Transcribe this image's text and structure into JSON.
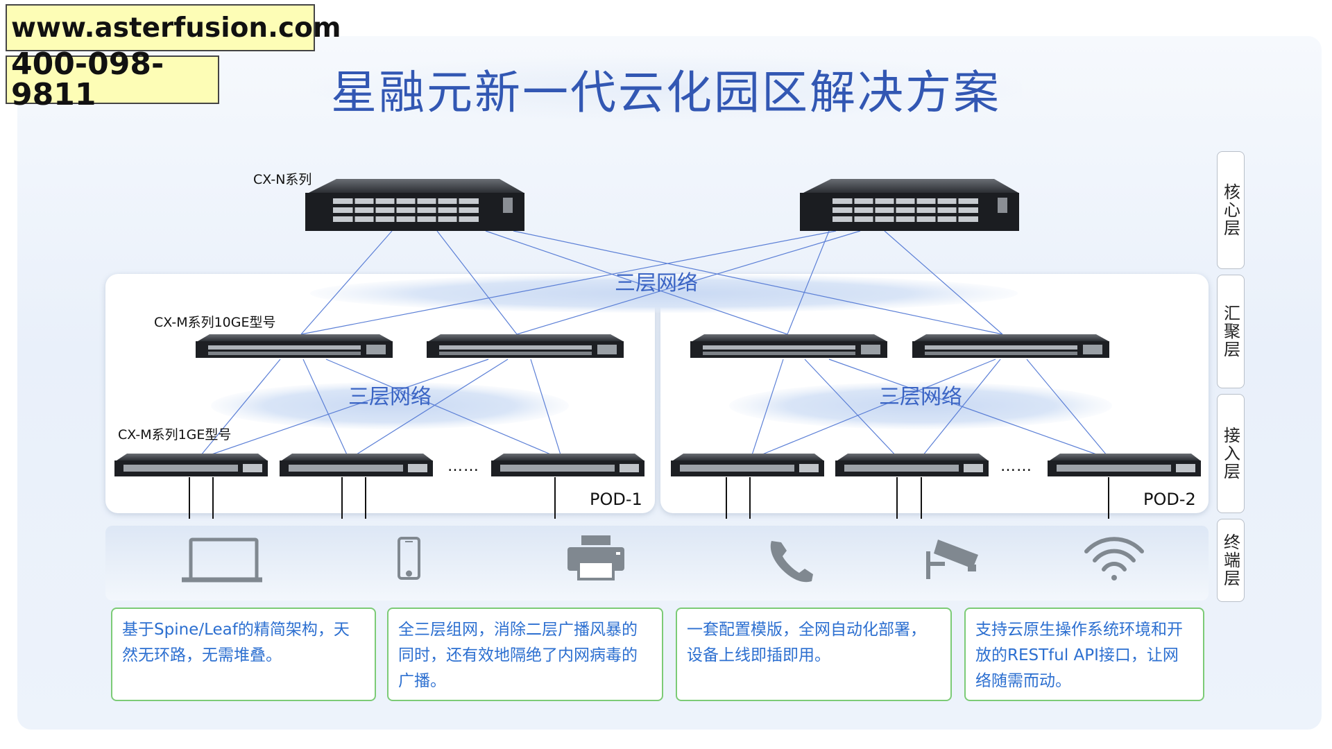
{
  "contact": {
    "website": "www.asterfusion.com",
    "phone": "400-098-9811"
  },
  "title": "星融元新一代云化园区解决方案",
  "device_labels": {
    "core": "CX-N系列",
    "aggregation": "CX-M系列10GE型号",
    "access": "CX-M系列1GE型号"
  },
  "network_labels": {
    "core": "三层网络",
    "pod1": "三层网络",
    "pod2": "三层网络"
  },
  "pods": [
    "POD-1",
    "POD-2"
  ],
  "ellipsis": "……",
  "layers": [
    "核心层",
    "汇聚层",
    "接入层",
    "终端层"
  ],
  "terminals": [
    {
      "icon": "laptop-icon"
    },
    {
      "icon": "mobile-phone-icon"
    },
    {
      "icon": "printer-icon"
    },
    {
      "icon": "telephone-icon"
    },
    {
      "icon": "security-camera-icon"
    },
    {
      "icon": "wifi-icon"
    }
  ],
  "features": [
    "基于Spine/Leaf的精简架构，天然无环路，无需堆叠。",
    "全三层组网，消除二层广播风暴的同时，还有效地隔绝了内网病毒的广播。",
    "一套配置模版，全网自动化部署，设备上线即插即用。",
    "支持云原生操作系统环境和开放的RESTful API接口，让网络随需而动。"
  ],
  "colors": {
    "title": "#3257b3",
    "link": "#5b7fd6",
    "feature_text": "#2c6fd0",
    "feature_border": "#7ccb76",
    "contact_bg": "#fdfdb6"
  }
}
